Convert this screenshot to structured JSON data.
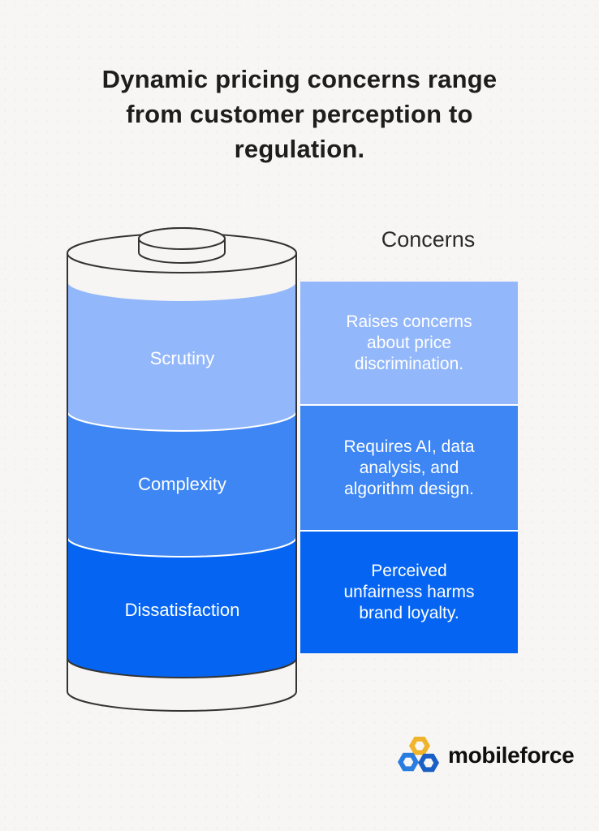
{
  "title": {
    "lines": [
      "Dynamic pricing concerns range",
      "from customer perception to",
      "regulation."
    ]
  },
  "concerns_header": "Concerns",
  "battery": {
    "segments": [
      {
        "label": "Scrutiny"
      },
      {
        "label": "Complexity"
      },
      {
        "label": "Dissatisfaction"
      }
    ]
  },
  "concern_boxes": [
    {
      "text": "Raises concerns about price discrimination."
    },
    {
      "text": "Requires AI, data analysis, and algorithm design."
    },
    {
      "text": "Perceived unfairness harms brand loyalty."
    }
  ],
  "colors": {
    "light_blue": "#93b7fb",
    "medium_blue": "#3d86f3",
    "dark_blue": "#0565f2",
    "battery_fill": "#f6f5f3",
    "battery_outline": "#333333",
    "separator_white": "#ffffff",
    "background": "#f7f6f4",
    "title_text": "#1d1d1d"
  },
  "logo": {
    "text": "mobileforce",
    "colors": {
      "yellow": "#f0b42a",
      "blue": "#2a7de0",
      "dark_blue": "#1a5fc6"
    }
  }
}
